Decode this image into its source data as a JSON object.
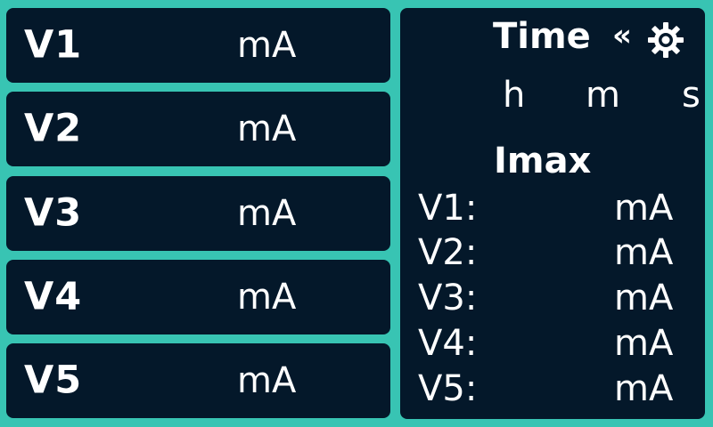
{
  "colors": {
    "background": "#38c4b3",
    "panel": "#04182a",
    "text": "#ffffff"
  },
  "channels": [
    {
      "label": "V1",
      "unit": "mA"
    },
    {
      "label": "V2",
      "unit": "mA"
    },
    {
      "label": "V3",
      "unit": "mA"
    },
    {
      "label": "V4",
      "unit": "mA"
    },
    {
      "label": "V5",
      "unit": "mA"
    }
  ],
  "time": {
    "title": "Time",
    "back_icon": "double-chevron-left-icon",
    "settings_icon": "gear-icon",
    "back_glyph": "«",
    "units": {
      "hours": "h",
      "minutes": "m",
      "seconds": "s"
    }
  },
  "imax": {
    "title": "Imax",
    "rows": [
      {
        "label": "V1:",
        "unit": "mA"
      },
      {
        "label": "V2:",
        "unit": "mA"
      },
      {
        "label": "V3:",
        "unit": "mA"
      },
      {
        "label": "V4:",
        "unit": "mA"
      },
      {
        "label": "V5:",
        "unit": "mA"
      }
    ]
  }
}
